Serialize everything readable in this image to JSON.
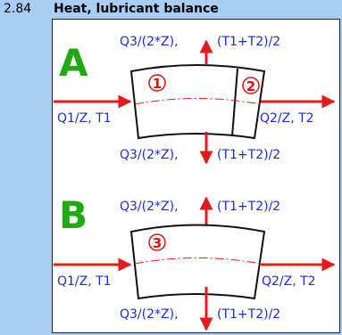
{
  "header": {
    "section_number": "2.84",
    "title": "Heat, lubricant balance"
  },
  "diagrams": [
    {
      "letter": "A",
      "top_left_label": "Q3/(2*Z),",
      "top_right_label": "(T1+T2)/2",
      "bottom_left_label": "Q3/(2*Z),",
      "bottom_right_label": "(T1+T2)/2",
      "inlet_label": "Q1/Z, T1",
      "outlet_label": "Q2/Z, T2",
      "zones": [
        "1",
        "2"
      ]
    },
    {
      "letter": "B",
      "top_left_label": "Q3/(2*Z),",
      "top_right_label": "(T1+T2)/2",
      "bottom_left_label": "Q3/(2*Z),",
      "bottom_right_label": "(T1+T2)/2",
      "inlet_label": "Q1/Z, T1",
      "outlet_label": "Q2/Z, T2",
      "zones": [
        "3"
      ]
    }
  ],
  "colors": {
    "background": "#a9cdf3",
    "arrow": "#e41b1b",
    "label": "#1e2bd6",
    "letter": "#1faa12",
    "zone_number": "#e01010"
  }
}
